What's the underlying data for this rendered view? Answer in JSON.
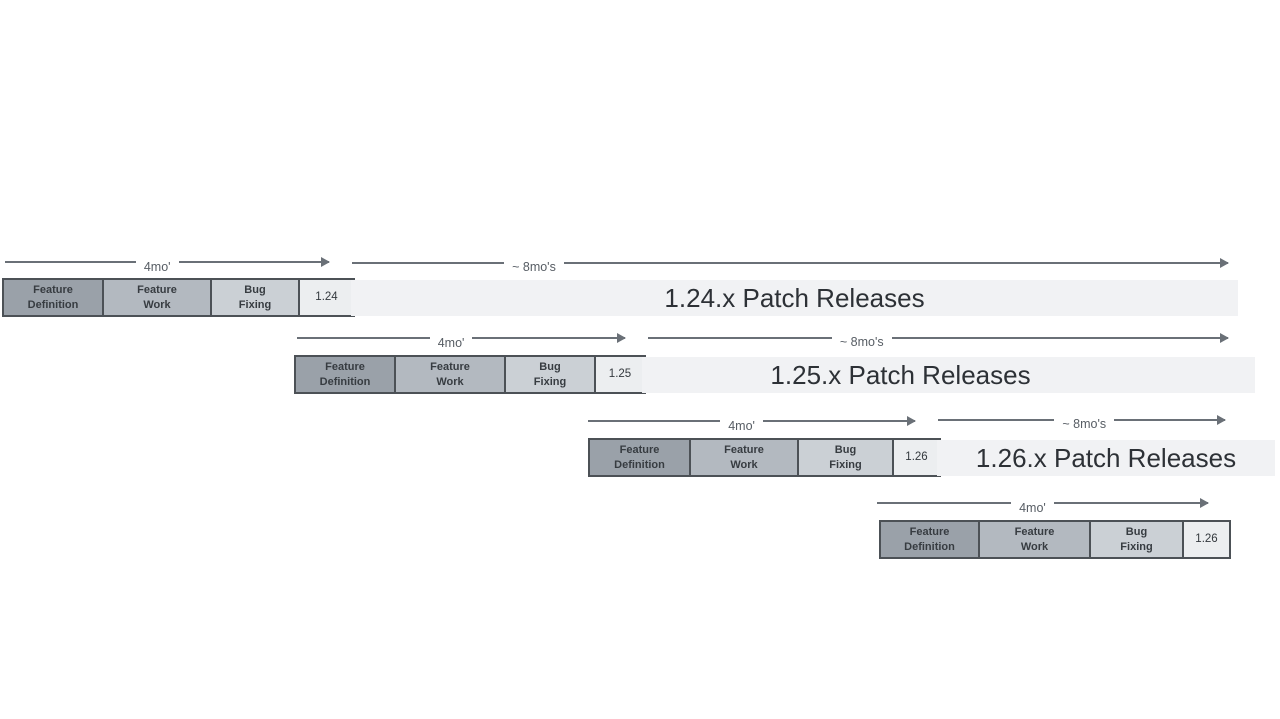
{
  "rows": [
    {
      "dev_arrow_label": "4mo'",
      "cells": [
        {
          "line1": "Feature",
          "line2": "Definition"
        },
        {
          "line1": "Feature",
          "line2": "Work"
        },
        {
          "line1": "Bug",
          "line2": "Fixing"
        }
      ],
      "version": "1.24",
      "patch_arrow_label": "~ 8mo's",
      "patch_label": "1.24.x Patch Releases"
    },
    {
      "dev_arrow_label": "4mo'",
      "cells": [
        {
          "line1": "Feature",
          "line2": "Definition"
        },
        {
          "line1": "Feature",
          "line2": "Work"
        },
        {
          "line1": "Bug",
          "line2": "Fixing"
        }
      ],
      "version": "1.25",
      "patch_arrow_label": "~ 8mo's",
      "patch_label": "1.25.x Patch Releases"
    },
    {
      "dev_arrow_label": "4mo'",
      "cells": [
        {
          "line1": "Feature",
          "line2": "Definition"
        },
        {
          "line1": "Feature",
          "line2": "Work"
        },
        {
          "line1": "Bug",
          "line2": "Fixing"
        }
      ],
      "version": "1.26",
      "patch_arrow_label": "~ 8mo's",
      "patch_label": "1.26.x Patch Releases"
    },
    {
      "dev_arrow_label": "4mo'",
      "cells": [
        {
          "line1": "Feature",
          "line2": "Definition"
        },
        {
          "line1": "Feature",
          "line2": "Work"
        },
        {
          "line1": "Bug",
          "line2": "Fixing"
        }
      ],
      "version": "1.26"
    }
  ],
  "colors": {
    "feature_definition_fill": "#9aa1a9",
    "feature_work_fill": "#b3b9c0",
    "bug_fixing_fill": "#cbd0d5",
    "version_fill": "#eceef0",
    "patch_bar_fill": "#f1f2f4",
    "box_border": "#4c5156",
    "arrow_line": "#6a7077",
    "arrow_label_text": "#575d64",
    "cell_text": "#373c41",
    "patch_title_text": "#2d3136",
    "background": "#ffffff"
  }
}
